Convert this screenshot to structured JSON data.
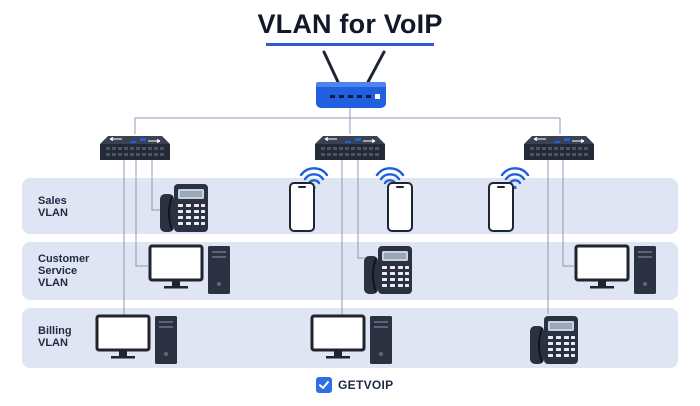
{
  "title": "VLAN for VoIP",
  "bands": [
    {
      "name": "sales",
      "label_lines": [
        "Sales",
        "VLAN"
      ]
    },
    {
      "name": "customer-service",
      "label_lines": [
        "Customer",
        "Service",
        "VLAN"
      ]
    },
    {
      "name": "billing",
      "label_lines": [
        "Billing",
        "VLAN"
      ]
    }
  ],
  "devices": {
    "router": "router",
    "switches": [
      "switch-left",
      "switch-center",
      "switch-right"
    ],
    "sales": [
      "desk-phone",
      "mobile-phone",
      "mobile-phone",
      "mobile-phone"
    ],
    "customer_service": [
      "desktop-computer",
      "desk-phone",
      "desktop-computer"
    ],
    "billing": [
      "desktop-computer",
      "desktop-computer",
      "desk-phone"
    ]
  },
  "brand": {
    "text": "GETVOIP",
    "icon": "check-icon"
  },
  "colors": {
    "accent": "#2f5bd8",
    "band_fill": "#dfe5f3",
    "device_dark": "#2b3140",
    "router_blue": "#1f5fe0",
    "line": "#8c98b5"
  }
}
